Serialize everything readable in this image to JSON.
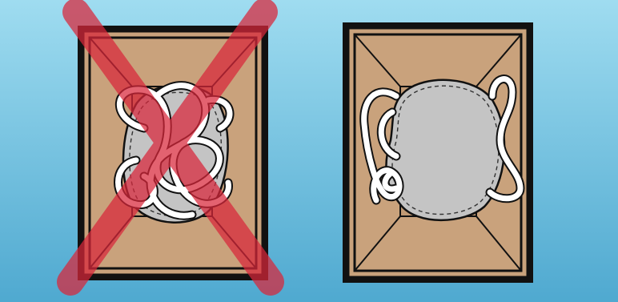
{
  "scene": {
    "description_hidden": "",
    "colors": {
      "background_top": "#9fdcf0",
      "background_bottom": "#4fa9d0",
      "box_fill": "#c9a27c",
      "box_outline": "#111111",
      "object_fill": "#c4c4c4",
      "cord": "#ffffff",
      "cross": "#d9263a"
    },
    "panels": [
      {
        "id": "incorrect",
        "marked_wrong": true,
        "cord_style": "wrapped-around-object"
      },
      {
        "id": "correct",
        "marked_wrong": false,
        "cord_style": "coiled-beside-object"
      }
    ],
    "icons": [
      "packing-box-icon",
      "stone-object-icon",
      "cord-icon",
      "wrong-cross-icon"
    ]
  }
}
